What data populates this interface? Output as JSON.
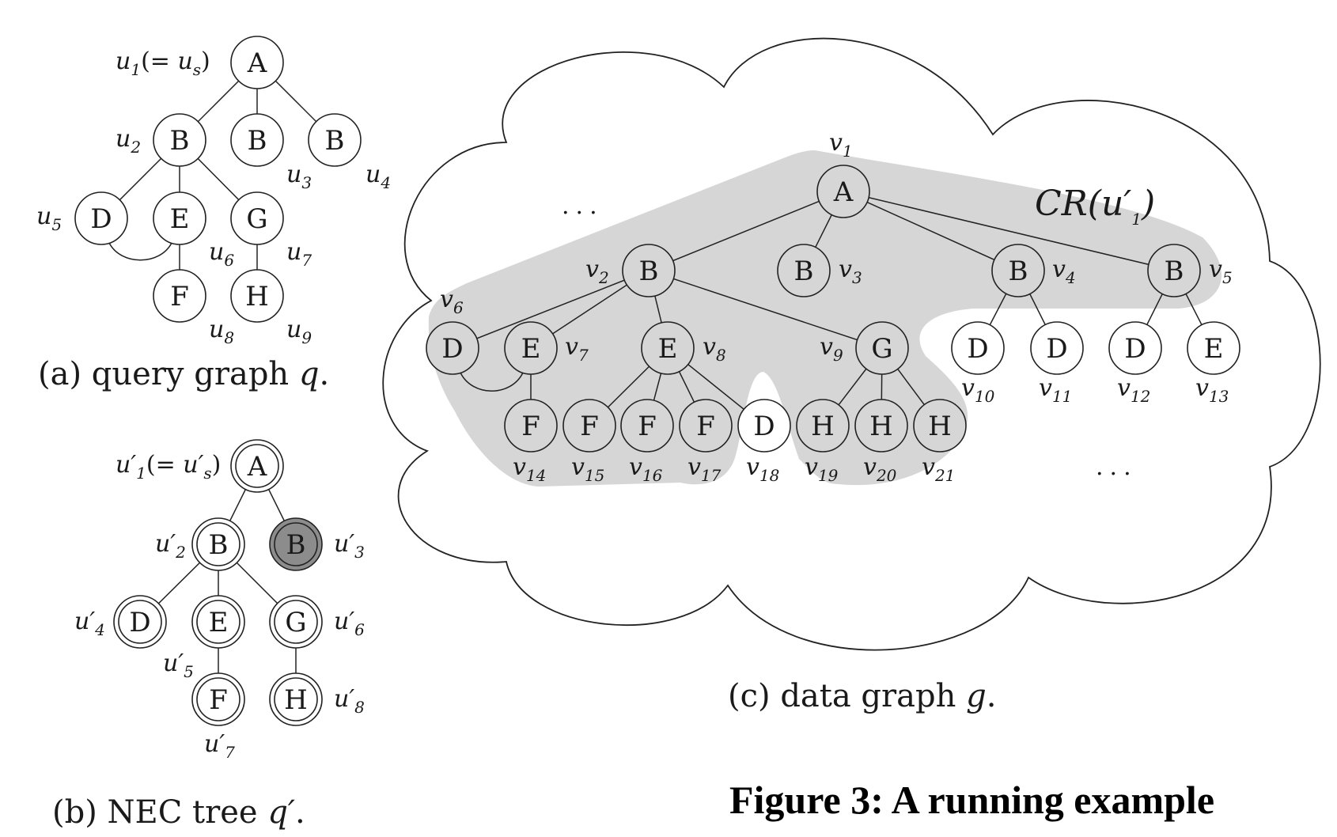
{
  "figure_title": "Figure 3: A running example",
  "captions": {
    "a": {
      "prefix": "(a) query graph ",
      "var": "q",
      "suffix": "."
    },
    "b": {
      "prefix": "(b) NEC tree ",
      "var": "q′",
      "suffix": "."
    },
    "c": {
      "prefix": "(c) data graph ",
      "var": "g",
      "suffix": "."
    }
  },
  "query_graph": {
    "nodes": [
      {
        "id": "u1",
        "label": "A",
        "name": "u",
        "sub": "1",
        "extra": "(= u",
        "extra_sub": "s",
        "extra_end": ")"
      },
      {
        "id": "u2",
        "label": "B",
        "name": "u",
        "sub": "2"
      },
      {
        "id": "u3",
        "label": "B",
        "name": "u",
        "sub": "3"
      },
      {
        "id": "u4",
        "label": "B",
        "name": "u",
        "sub": "4"
      },
      {
        "id": "u5",
        "label": "D",
        "name": "u",
        "sub": "5"
      },
      {
        "id": "u6",
        "label": "E",
        "name": "u",
        "sub": "6"
      },
      {
        "id": "u7",
        "label": "G",
        "name": "u",
        "sub": "7"
      },
      {
        "id": "u8",
        "label": "F",
        "name": "u",
        "sub": "8"
      },
      {
        "id": "u9",
        "label": "H",
        "name": "u",
        "sub": "9"
      }
    ]
  },
  "nec_tree": {
    "nodes": [
      {
        "id": "u1p",
        "label": "A",
        "name": "u′",
        "sub": "1",
        "extra": "(= u′",
        "extra_sub": "s",
        "extra_end": ")"
      },
      {
        "id": "u2p",
        "label": "B",
        "name": "u′",
        "sub": "2"
      },
      {
        "id": "u3p",
        "label": "B",
        "name": "u′",
        "sub": "3",
        "highlight": "#8c8c8c"
      },
      {
        "id": "u4p",
        "label": "D",
        "name": "u′",
        "sub": "4"
      },
      {
        "id": "u5p",
        "label": "E",
        "name": "u′",
        "sub": "5"
      },
      {
        "id": "u6p",
        "label": "G",
        "name": "u′",
        "sub": "6"
      },
      {
        "id": "u7p",
        "label": "F",
        "name": "u′",
        "sub": "7"
      },
      {
        "id": "u8p",
        "label": "H",
        "name": "u′",
        "sub": "8"
      }
    ]
  },
  "data_graph": {
    "region_label": "CR(u′",
    "region_label_sub": "1",
    "region_label_end": ")",
    "region_color": "#d6d6d6",
    "ellipsis": "...",
    "nodes": [
      {
        "id": "v1",
        "label": "A",
        "sub": "1"
      },
      {
        "id": "v2",
        "label": "B",
        "sub": "2"
      },
      {
        "id": "v3",
        "label": "B",
        "sub": "3"
      },
      {
        "id": "v4",
        "label": "B",
        "sub": "4"
      },
      {
        "id": "v5",
        "label": "B",
        "sub": "5"
      },
      {
        "id": "v6",
        "label": "D",
        "sub": "6"
      },
      {
        "id": "v7",
        "label": "E",
        "sub": "7"
      },
      {
        "id": "v8",
        "label": "E",
        "sub": "8"
      },
      {
        "id": "v9",
        "label": "G",
        "sub": "9"
      },
      {
        "id": "v10",
        "label": "D",
        "sub": "10"
      },
      {
        "id": "v11",
        "label": "D",
        "sub": "11"
      },
      {
        "id": "v12",
        "label": "D",
        "sub": "12"
      },
      {
        "id": "v13",
        "label": "E",
        "sub": "13"
      },
      {
        "id": "v14",
        "label": "F",
        "sub": "14"
      },
      {
        "id": "v15",
        "label": "F",
        "sub": "15"
      },
      {
        "id": "v16",
        "label": "F",
        "sub": "16"
      },
      {
        "id": "v17",
        "label": "F",
        "sub": "17"
      },
      {
        "id": "v18",
        "label": "D",
        "sub": "18"
      },
      {
        "id": "v19",
        "label": "H",
        "sub": "19"
      },
      {
        "id": "v20",
        "label": "H",
        "sub": "20"
      },
      {
        "id": "v21",
        "label": "H",
        "sub": "21"
      }
    ]
  }
}
